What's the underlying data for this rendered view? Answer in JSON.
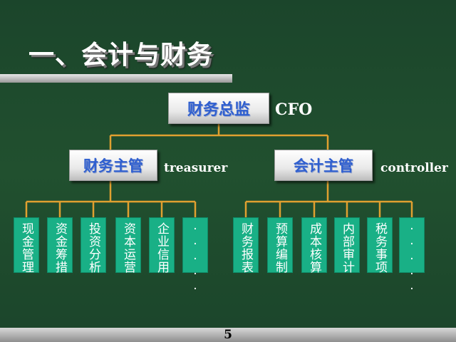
{
  "slide": {
    "title": "一、会计与财务",
    "page_number": "5"
  },
  "org": {
    "root": {
      "label": "财务总监",
      "note": "CFO"
    },
    "branches": [
      {
        "label": "财务主管",
        "note": "treasurer",
        "items": [
          "现金管理",
          "资金筹措",
          "投资分析",
          "资本运营",
          "企业信用",
          "·····"
        ]
      },
      {
        "label": "会计主管",
        "note": "controller",
        "items": [
          "财务报表",
          "预算编制",
          "成本核算",
          "内部审计",
          "税务事项",
          "·····"
        ]
      }
    ]
  },
  "colors": {
    "background": "#1f4a2f",
    "connector": "#e0a030",
    "leaf_fill": "#19b086",
    "box_text": "#2f5fd0"
  }
}
